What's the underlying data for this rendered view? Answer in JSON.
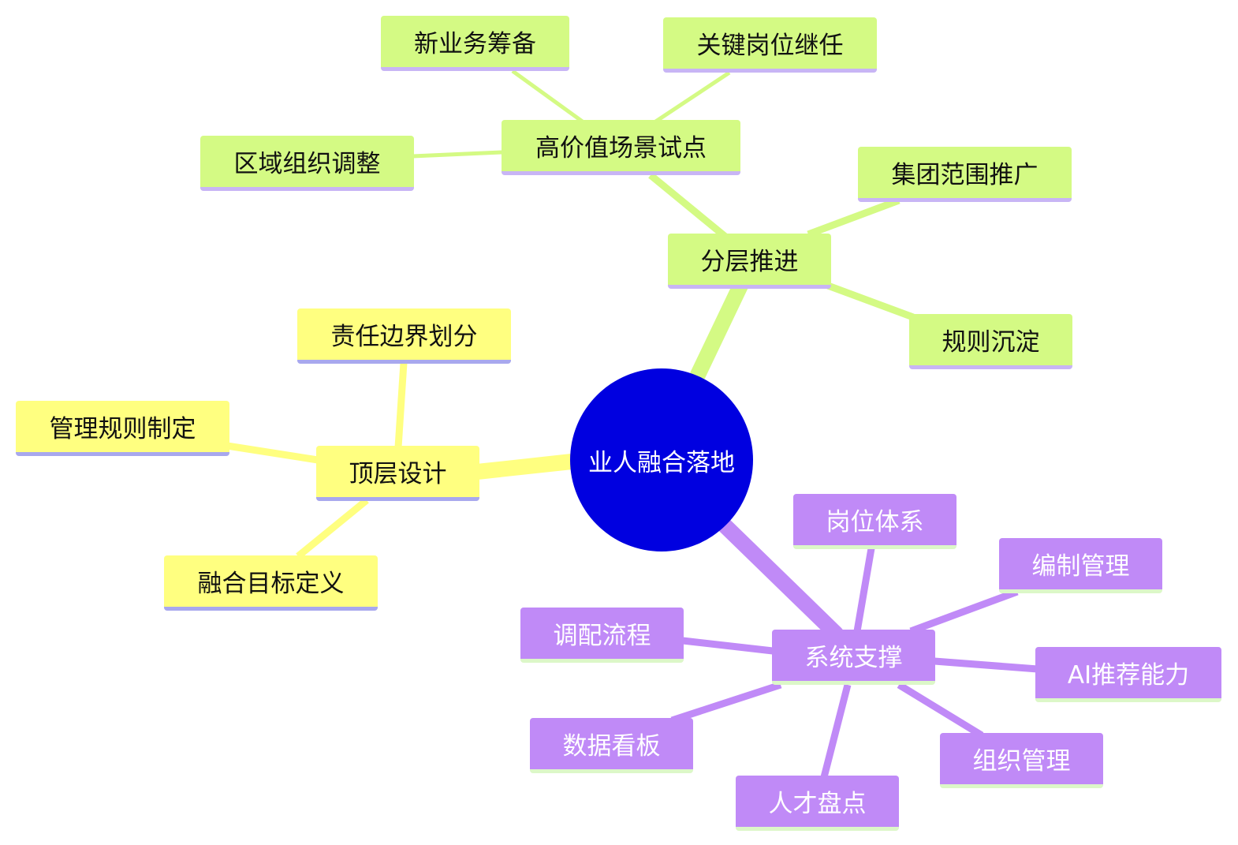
{
  "root": {
    "label": "业人融合落地",
    "color": "#0000e0"
  },
  "branches": [
    {
      "label": "分层推进",
      "color": "#d4fa84",
      "children": [
        {
          "label": "高价值场景试点",
          "children": [
            "新业务筹备",
            "关键岗位继任",
            "区域组织调整"
          ]
        },
        {
          "label": "集团范围推广"
        },
        {
          "label": "规则沉淀"
        }
      ]
    },
    {
      "label": "顶层设计",
      "color": "#ffff80",
      "children": [
        {
          "label": "责任边界划分"
        },
        {
          "label": "管理规则制定"
        },
        {
          "label": "融合目标定义"
        }
      ]
    },
    {
      "label": "系统支撑",
      "color": "#c08af7",
      "children": [
        {
          "label": "岗位体系"
        },
        {
          "label": "编制管理"
        },
        {
          "label": "调配流程"
        },
        {
          "label": "AI推荐能力"
        },
        {
          "label": "数据看板"
        },
        {
          "label": "组织管理"
        },
        {
          "label": "人才盘点"
        }
      ]
    }
  ]
}
